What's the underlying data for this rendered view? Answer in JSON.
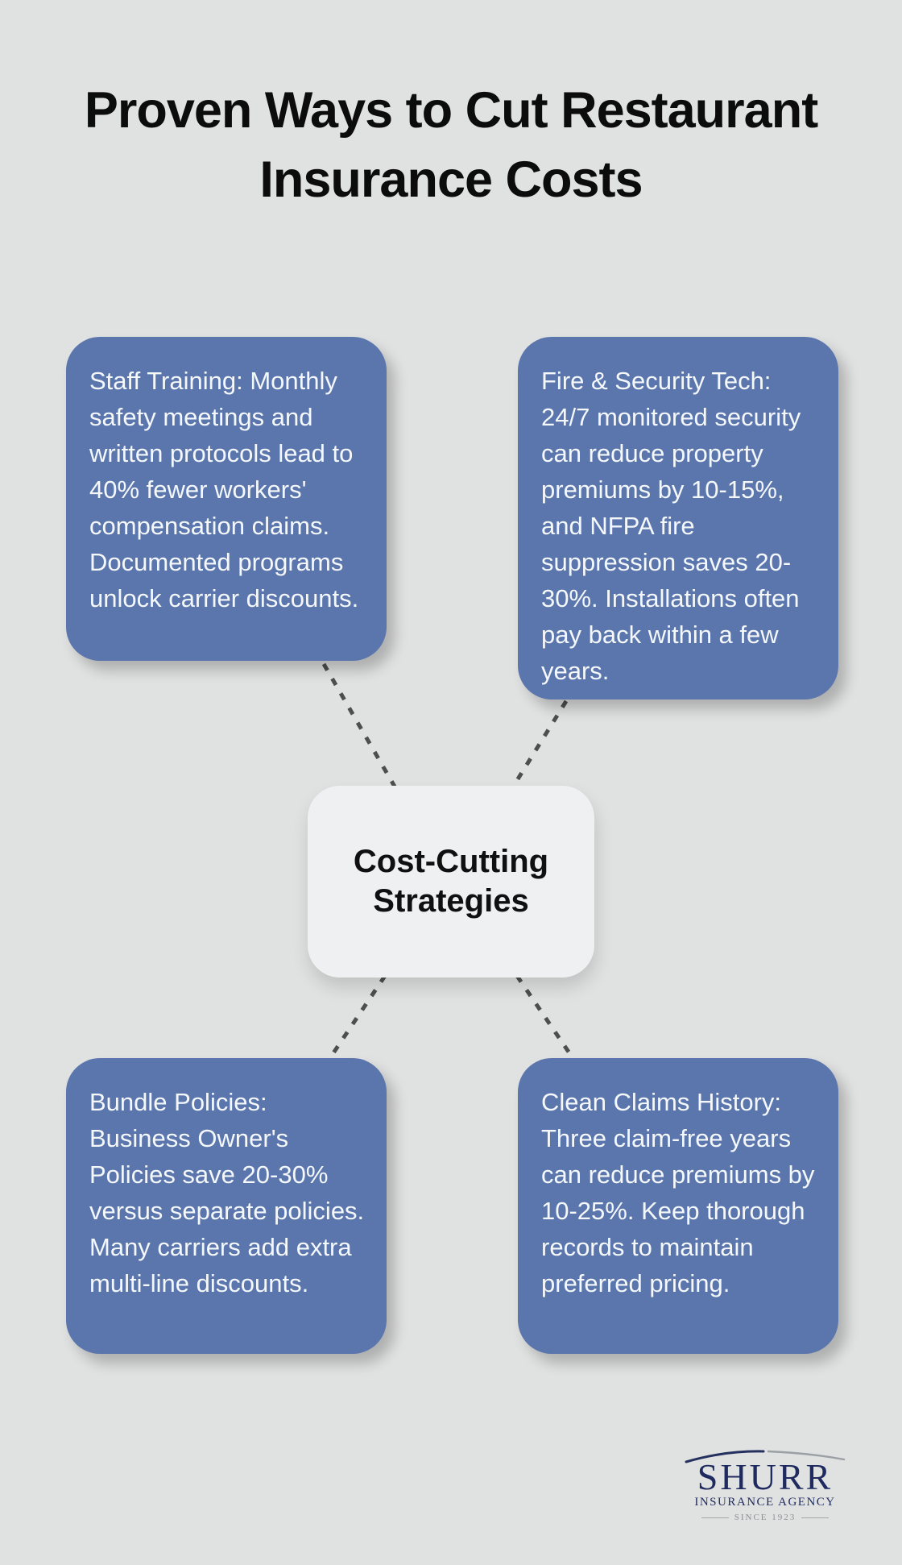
{
  "title": "Proven Ways to Cut Restaurant Insurance Costs",
  "center": {
    "label": "Cost-Cutting Strategies"
  },
  "nodes": [
    {
      "id": "staff-training",
      "position": "top-left",
      "text": "Staff Training: Monthly safety meetings and written protocols lead to 40% fewer workers' compensation claims. Documented programs unlock carrier discounts."
    },
    {
      "id": "fire-security-tech",
      "position": "top-right",
      "text": "Fire & Security Tech: 24/7 monitored security can reduce property premiums by 10-15%, and NFPA fire suppression saves 20-30%. Installations often pay back within a few years."
    },
    {
      "id": "bundle-policies",
      "position": "bottom-left",
      "text": "Bundle Policies: Business Owner's Policies save 20-30% versus separate policies. Many carriers add extra multi-line discounts."
    },
    {
      "id": "clean-claims-history",
      "position": "bottom-right",
      "text": "Clean Claims History: Three claim-free years can reduce premiums by 10-25%. Keep thorough records to maintain preferred pricing."
    }
  ],
  "logo": {
    "name": "SHURR",
    "subtitle": "INSURANCE AGENCY",
    "tagline": "SINCE 1923"
  },
  "colors": {
    "background": "#e0e1e1",
    "node_fill": "#5b76ad",
    "node_text": "#f5f8fa",
    "center_fill": "#eff0f2",
    "title_text": "#0c0c0c",
    "connector": "#4e4e4e",
    "logo_navy": "#1f2b5e",
    "logo_gray": "#8d9194"
  }
}
